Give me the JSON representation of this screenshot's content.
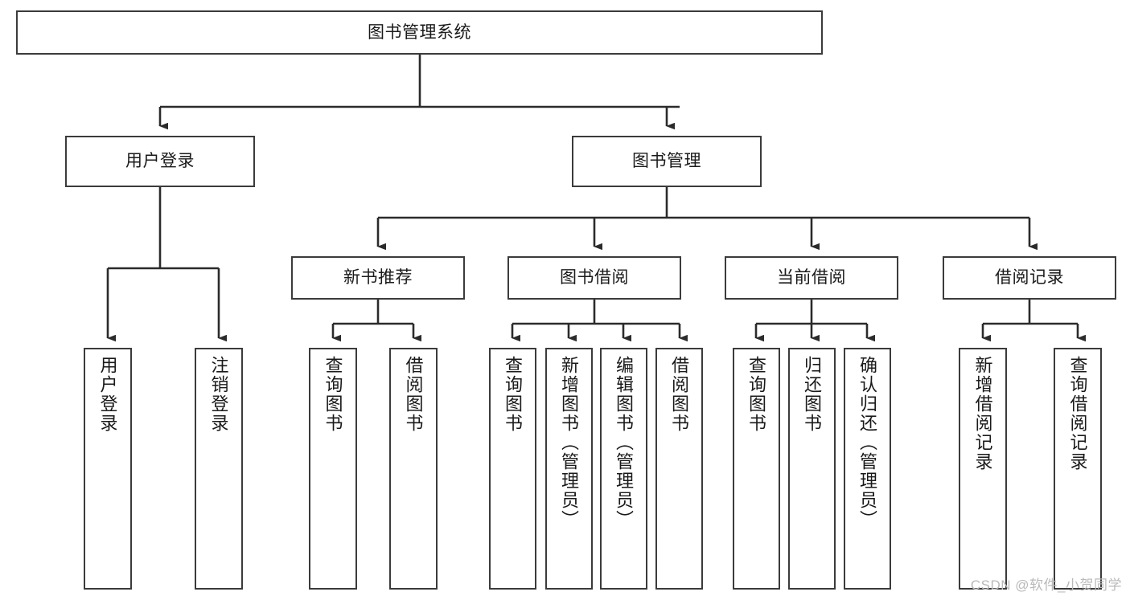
{
  "diagram": {
    "type": "tree-hierarchy",
    "title": "图书管理系统",
    "colors": {
      "box_border": "#3b3b3b",
      "box_fill": "#ffffff",
      "connector": "#2b2b2b",
      "text": "#1a1a1a",
      "watermark": "#b9b9b9"
    },
    "levels": {
      "root": {
        "label": "图书管理系统"
      },
      "level1": [
        {
          "label": "用户登录"
        },
        {
          "label": "图书管理"
        }
      ],
      "level2": [
        {
          "label": "新书推荐"
        },
        {
          "label": "图书借阅"
        },
        {
          "label": "当前借阅"
        },
        {
          "label": "借阅记录"
        }
      ],
      "leaves": {
        "user_login": [
          {
            "label": "用户登录"
          },
          {
            "label": "注销登录"
          }
        ],
        "new_book_recommend": [
          {
            "label": "查询图书"
          },
          {
            "label": "借阅图书"
          }
        ],
        "book_borrow": [
          {
            "label": "查询图书"
          },
          {
            "label": "新增图书（管理员）"
          },
          {
            "label": "编辑图书（管理员）"
          },
          {
            "label": "借阅图书"
          }
        ],
        "current_borrow": [
          {
            "label": "查询图书"
          },
          {
            "label": "归还图书"
          },
          {
            "label": "确认归还（管理员）"
          }
        ],
        "borrow_record": [
          {
            "label": "新增借阅记录"
          },
          {
            "label": "查询借阅记录"
          }
        ]
      }
    },
    "watermark": "CSDN @软件_小贺同学"
  }
}
